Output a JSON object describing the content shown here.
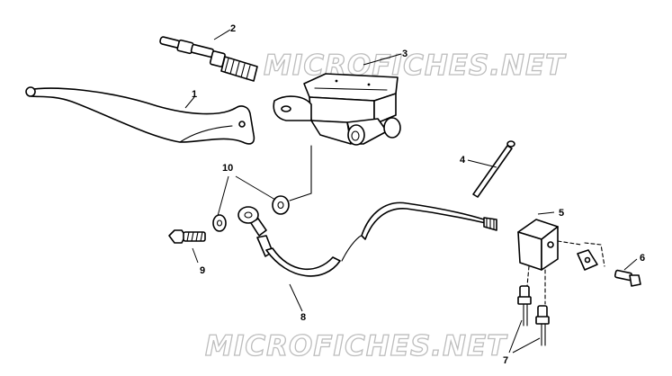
{
  "watermark": {
    "top": "MICROFICHES.NET",
    "bottom": "MICROFICHES.NET"
  },
  "callouts": {
    "lever": "1",
    "piston_kit": "2",
    "master_cylinder": "3",
    "cable_tie": "4",
    "junction_block": "5",
    "mount_screw": "6",
    "fittings": "7",
    "brake_hose": "8",
    "banjo_bolt": "9",
    "crush_washers": "10"
  }
}
